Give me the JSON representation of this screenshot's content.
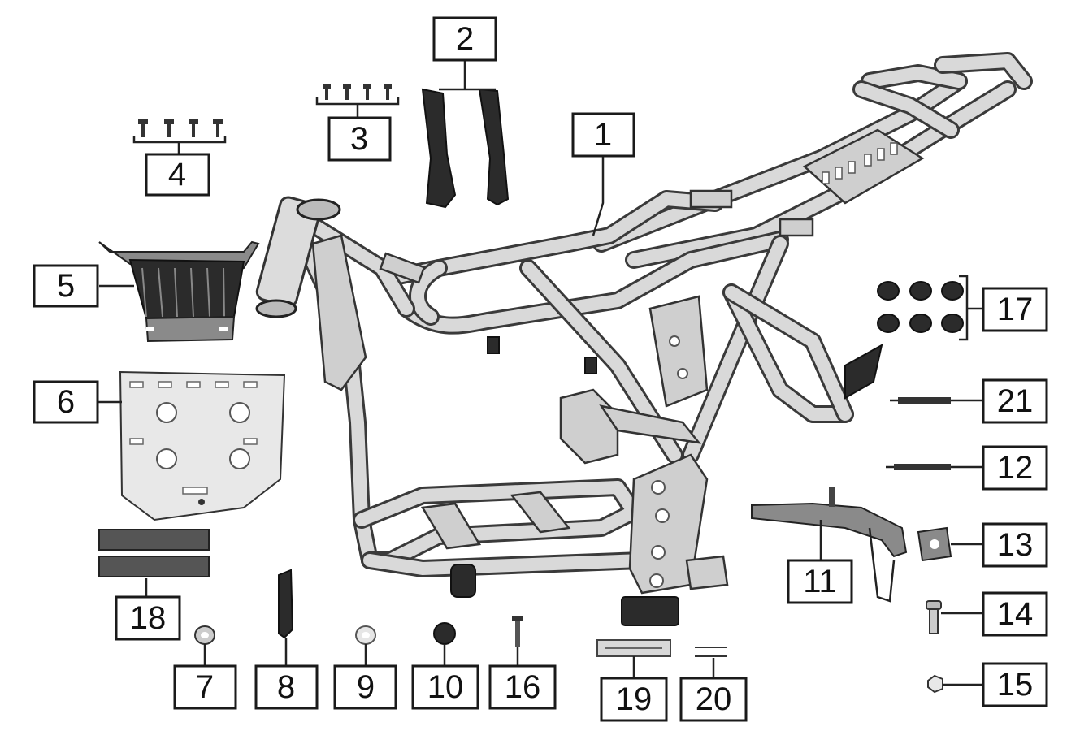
{
  "callouts": [
    {
      "id": "1",
      "label": "1"
    },
    {
      "id": "2",
      "label": "2"
    },
    {
      "id": "3",
      "label": "3"
    },
    {
      "id": "4",
      "label": "4"
    },
    {
      "id": "5",
      "label": "5"
    },
    {
      "id": "6",
      "label": "6"
    },
    {
      "id": "7",
      "label": "7"
    },
    {
      "id": "8",
      "label": "8"
    },
    {
      "id": "9",
      "label": "9"
    },
    {
      "id": "10",
      "label": "10"
    },
    {
      "id": "11",
      "label": "11"
    },
    {
      "id": "12",
      "label": "12"
    },
    {
      "id": "13",
      "label": "13"
    },
    {
      "id": "14",
      "label": "14"
    },
    {
      "id": "15",
      "label": "15"
    },
    {
      "id": "16",
      "label": "16"
    },
    {
      "id": "17",
      "label": "17"
    },
    {
      "id": "18",
      "label": "18"
    },
    {
      "id": "19",
      "label": "19"
    },
    {
      "id": "20",
      "label": "20"
    },
    {
      "id": "21",
      "label": "21"
    }
  ],
  "colors": {
    "frame_outline": "#3a3a3a",
    "frame_fill": "#d9d9d9",
    "dark_parts": "#2b2b2b",
    "callout_border": "#1a1a1a",
    "background": "#ffffff"
  },
  "icons": [
    "motorcycle-frame",
    "bolt-icon",
    "bracket-icon",
    "skid-plate-icon",
    "rubber-grommet-icon",
    "spring-icon",
    "side-stand-icon",
    "nut-icon",
    "label-sticker-icon",
    "pin-icon"
  ]
}
